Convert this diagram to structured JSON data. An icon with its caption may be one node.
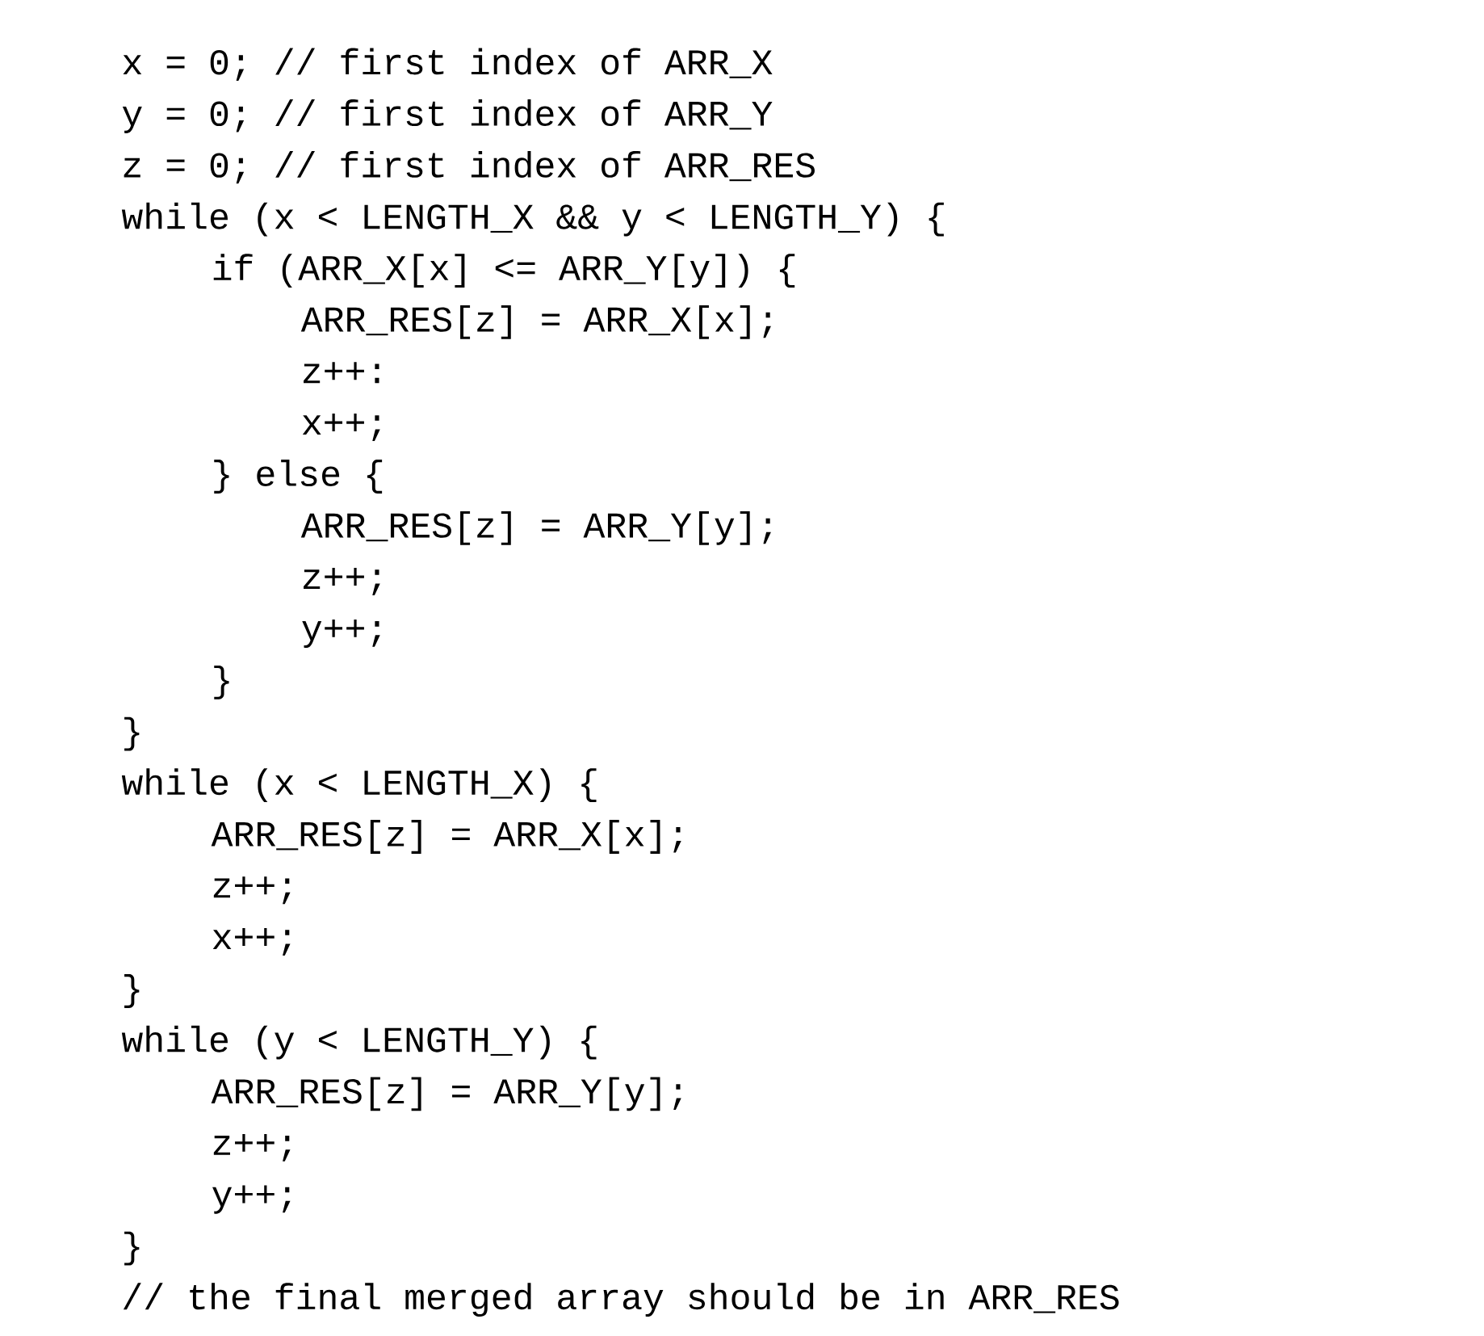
{
  "diagram": {
    "labels": [
      "x = 0; // first index of ARR_X",
      "y = 0; // first index of ARR_Y",
      "z = 0; // first index of ARR_RES",
      "while (x < LENGTH_X && y < LENGTH_Y) {",
      "if (ARR_X[x] <= ARR_Y[y]) {",
      "ARR_RES[z] = ARR_X[x];",
      "z++:",
      "x++;",
      "} else {",
      "ARR_RES[z] = ARR_Y[y];",
      "z++;",
      "y++;",
      "}",
      "}",
      "while (x < LENGTH_X) {",
      "ARR_RES[z] = ARR_X[x];",
      "z++;",
      "x++;",
      "}",
      "while (y < LENGTH_Y) {",
      "ARR_RES[z] = ARR_Y[y];",
      "z++;",
      "y++;",
      "}",
      "// the final merged array should be in ARR_RES"
    ]
  }
}
